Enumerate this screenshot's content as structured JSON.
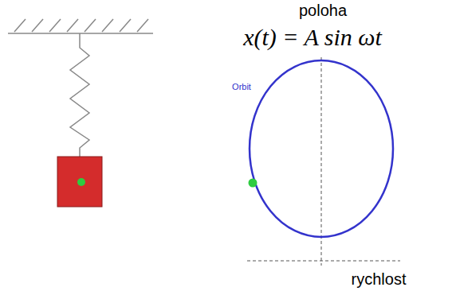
{
  "diagram": {
    "labels": [
      "poloha",
      "x(t) = A sin ωt",
      "Orbit",
      "rychlost"
    ]
  }
}
